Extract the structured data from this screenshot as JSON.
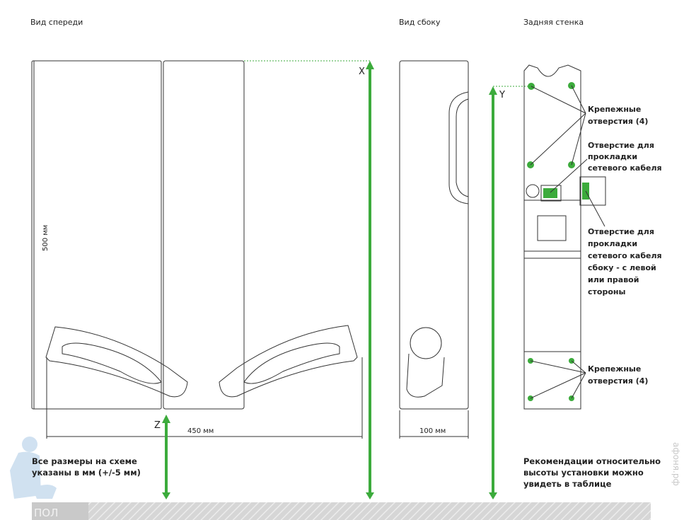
{
  "views": {
    "front": "Вид спереди",
    "side": "Вид сбоку",
    "back": "Задняя стенка"
  },
  "dimensions": {
    "height": "500 мм",
    "width": "450 мм",
    "depth": "100 мм"
  },
  "axes": {
    "x": "X",
    "y": "Y",
    "z": "Z"
  },
  "callouts": {
    "mount_top": [
      "Крепежные",
      "отверстия (4)"
    ],
    "cable_back": [
      "Отверстие для",
      "прокладки",
      "сетевого кабеля"
    ],
    "cable_side": [
      "Отверстие для",
      "прокладки",
      "сетевого кабеля",
      "сбоку - с левой",
      "или правой",
      "стороны"
    ],
    "mount_bottom": [
      "Крепежные",
      "отверстия (4)"
    ]
  },
  "notes": {
    "units": [
      "Все размеры на схеме",
      "указаны в мм (+/-5 мм)"
    ],
    "recommendation": [
      "Рекомендации относительно",
      "высоты установки можно",
      "увидеть в таблице"
    ]
  },
  "floor_label": "ПОЛ",
  "watermark": "афоня.рф",
  "colors": {
    "accent": "#3cab3c",
    "floor": "#cfcfcf"
  }
}
